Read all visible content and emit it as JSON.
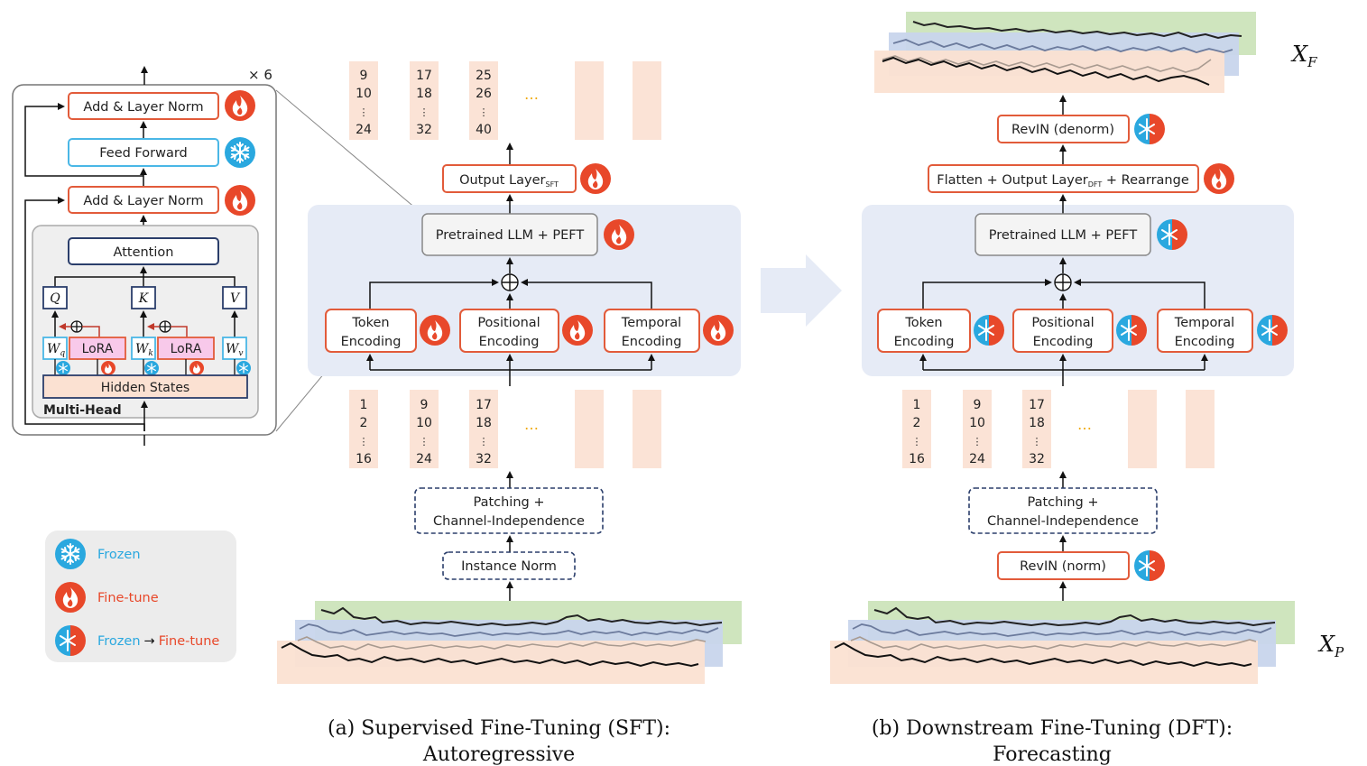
{
  "encoder_block": {
    "repeat_label": "× 6",
    "add_norm_label": "Add & Layer Norm",
    "feed_forward_label": "Feed Forward",
    "attention_label": "Attention",
    "q_label": "Q",
    "k_label": "K",
    "v_label": "V",
    "wq_label": "W",
    "wq_sub": "q",
    "wk_label": "W",
    "wk_sub": "k",
    "wv_label": "W",
    "wv_sub": "v",
    "lora_label": "LoRA",
    "hidden_states_label": "Hidden States",
    "multihead_label": "Multi-Head"
  },
  "legend": {
    "frozen_label": "Frozen",
    "finetune_label": "Fine-tune",
    "transition_from": "Frozen",
    "transition_arrow": "→",
    "transition_to": "Fine-tune"
  },
  "sft": {
    "output_tokens": [
      {
        "a": "9",
        "b": "10",
        "dots": "⋮",
        "c": "24"
      },
      {
        "a": "17",
        "b": "18",
        "dots": "⋮",
        "c": "32"
      },
      {
        "a": "25",
        "b": "26",
        "dots": "⋮",
        "c": "40"
      }
    ],
    "input_tokens": [
      {
        "a": "1",
        "b": "2",
        "dots": "⋮",
        "c": "16"
      },
      {
        "a": "9",
        "b": "10",
        "dots": "⋮",
        "c": "24"
      },
      {
        "a": "17",
        "b": "18",
        "dots": "⋮",
        "c": "32"
      }
    ],
    "ellipsis": "…",
    "output_layer_label": "Output Layer",
    "output_layer_sub": "SFT",
    "llm_label": "Pretrained LLM + PEFT",
    "token_enc": [
      "Token",
      "Encoding"
    ],
    "pos_enc": [
      "Positional",
      "Encoding"
    ],
    "temp_enc": [
      "Temporal",
      "Encoding"
    ],
    "patching": [
      "Patching +",
      "Channel-Independence"
    ],
    "instance_norm_label": "Instance Norm",
    "caption": [
      "(a) Supervised Fine-Tuning (SFT):",
      "Autoregressive"
    ]
  },
  "dft": {
    "input_tokens": [
      {
        "a": "1",
        "b": "2",
        "dots": "⋮",
        "c": "16"
      },
      {
        "a": "9",
        "b": "10",
        "dots": "⋮",
        "c": "24"
      },
      {
        "a": "17",
        "b": "18",
        "dots": "⋮",
        "c": "32"
      }
    ],
    "ellipsis": "…",
    "revin_denorm_label": "RevIN (denorm)",
    "output_label_pre": "Flatten + Output Layer",
    "output_label_sub": "DFT",
    "output_label_post": " + Rearrange",
    "llm_label": "Pretrained LLM + PEFT",
    "token_enc": [
      "Token",
      "Encoding"
    ],
    "pos_enc": [
      "Positional",
      "Encoding"
    ],
    "temp_enc": [
      "Temporal",
      "Encoding"
    ],
    "patching": [
      "Patching +",
      "Channel-Independence"
    ],
    "revin_norm_label": "RevIN (norm)",
    "xf_label": "X",
    "xf_sub": "F",
    "xp_label": "X",
    "xp_sub": "P",
    "caption": [
      "(b) Downstream Fine-Tuning (DFT):",
      "Forecasting"
    ]
  },
  "colors": {
    "fire": "#e8482a",
    "frozen": "#2aa8df",
    "box_red": "#e25b3a",
    "box_blue": "#4ab7e6",
    "box_navy": "#2b3e6b",
    "panel": "#e6ebf6",
    "token_bg": "#fbe3d6",
    "lora_bg": "#f8c9ea",
    "green_sheet": "#cfe5be",
    "blue_sheet": "#c8d5ec",
    "peach_sheet": "#fbe1d2",
    "ellipsis": "#f0a800"
  }
}
